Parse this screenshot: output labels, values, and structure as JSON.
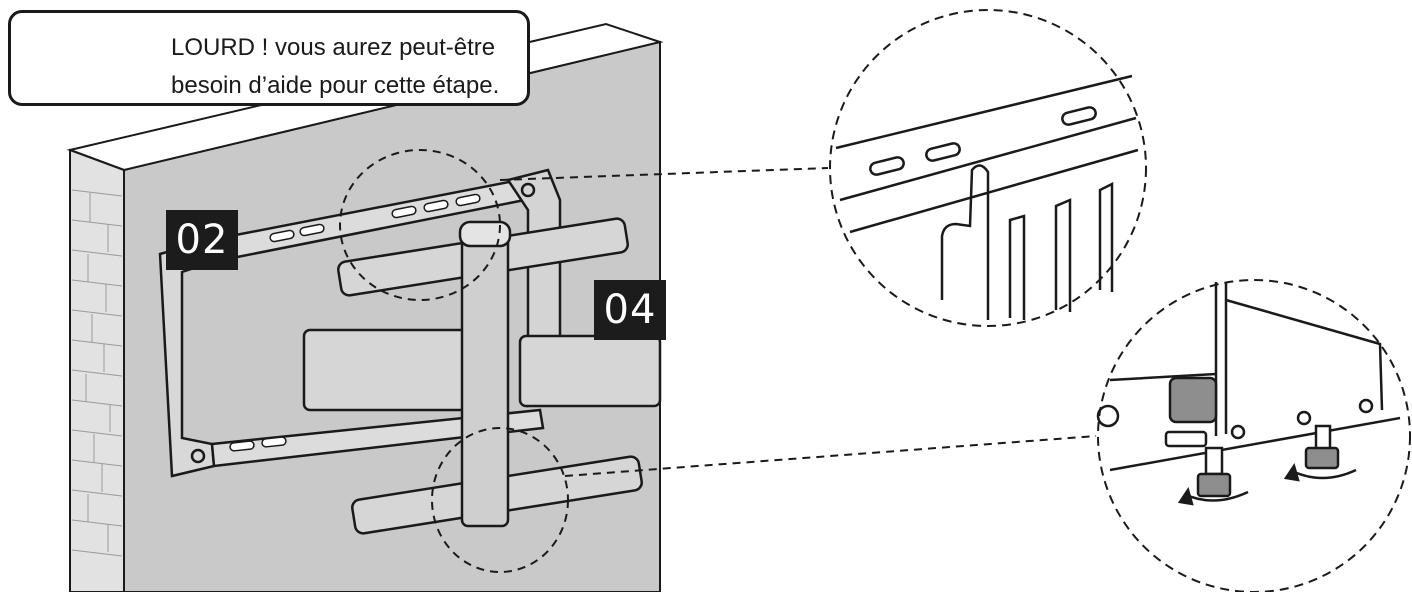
{
  "warning": {
    "line1": "LOURD ! vous aurez peut-être",
    "line2": "besoin d’aide pour cette étape.",
    "icon": "warning-triangle-icon",
    "people_icon": "two-person-lift-icon"
  },
  "steps": {
    "left": "02",
    "right": "04"
  },
  "colors": {
    "wall": "#c8c8c8",
    "stroke": "#1a1a1a",
    "badge": "#1c1c1c"
  }
}
